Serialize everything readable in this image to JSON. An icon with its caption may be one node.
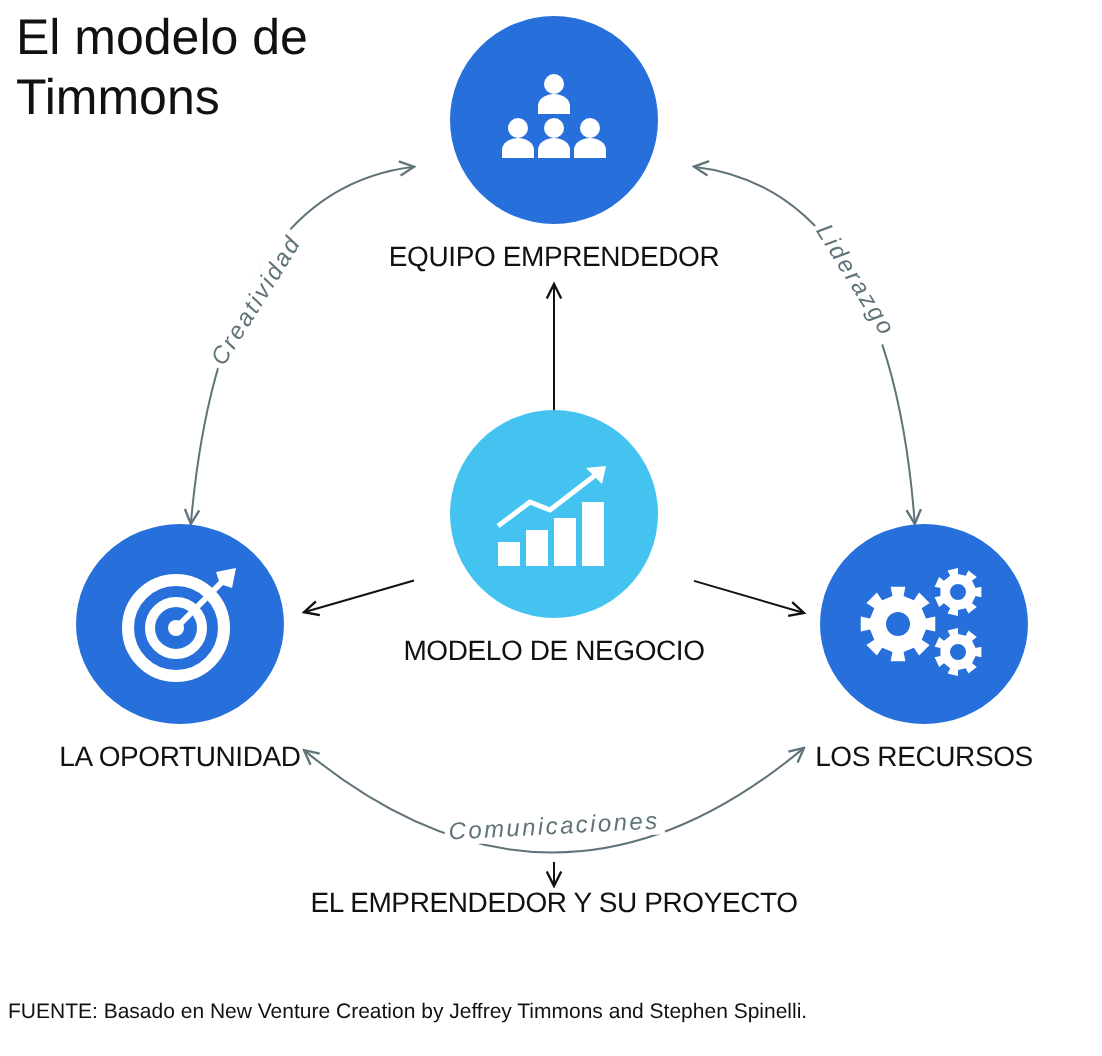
{
  "diagram": {
    "title": "El modelo de Timmons",
    "caption": "FUENTE: Basado en New Venture Creation by Jeffrey Timmons and Stephen Spinelli.",
    "nodes": [
      {
        "text": [
          "EQUIPO EMPRENDEDOR"
        ]
      },
      {
        "text": [
          "MODELO DE NEGOCIO"
        ]
      },
      {
        "text": [
          "LA OPORTUNIDAD"
        ]
      },
      {
        "text": [
          "LOS RECURSOS"
        ]
      },
      {
        "text": [
          "EL EMPRENDEDOR Y SU PROYECTO"
        ]
      }
    ],
    "edges": [
      {
        "from": 1,
        "to": 0,
        "arrow": "to"
      },
      {
        "from": 1,
        "to": 2,
        "arrow": "to"
      },
      {
        "from": 1,
        "to": 3,
        "arrow": "to"
      },
      {
        "from": 0,
        "to": 2,
        "arrow": "both",
        "label": "Creatividad",
        "color": "#5f7379"
      },
      {
        "from": 0,
        "to": 3,
        "arrow": "both",
        "label": "Liderazgo",
        "color": "#5f7379"
      },
      {
        "from": 2,
        "to": 3,
        "arrow": "both",
        "label": "Comunicaciones",
        "color": "#5f7379"
      },
      {
        "from": null,
        "to": 4,
        "arrow": "to"
      }
    ]
  }
}
